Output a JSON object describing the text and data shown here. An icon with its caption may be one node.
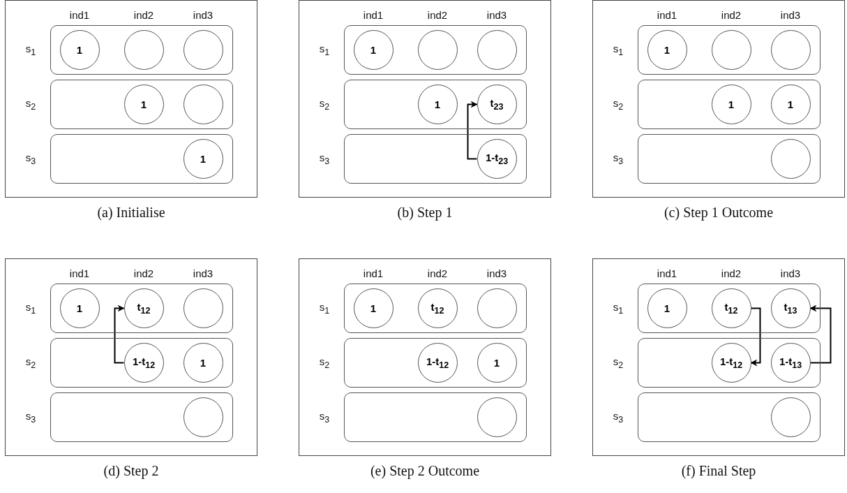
{
  "diagram": {
    "nodes": [
      {
        "text": [
          "ind1",
          "ind2",
          "ind3",
          "s$_{1}$",
          "s$_{2}$",
          "s$_{3}$"
        ],
        "beside": [
          "(a) Initialise"
        ]
      },
      {
        "text": [],
        "shape": "box",
        "in": 0
      },
      {
        "text": [
          "1"
        ],
        "in": 1
      },
      {
        "text": [],
        "shape": "circle",
        "in": 1
      },
      {
        "text": [],
        "shape": "circle",
        "in": 1
      },
      {
        "text": [],
        "shape": "box",
        "in": 0
      },
      {
        "text": [
          "1"
        ],
        "in": 5
      },
      {
        "text": [],
        "shape": "circle",
        "in": 5
      },
      {
        "text": [],
        "shape": "box",
        "in": 0
      },
      {
        "text": [
          "1"
        ],
        "in": 8
      },
      {
        "text": [
          "ind1",
          "ind2",
          "ind3",
          "s$_{1}$",
          "s$_{2}$",
          "s$_{3}$"
        ],
        "beside": [
          "(b) Step 1"
        ]
      },
      {
        "text": [],
        "shape": "box",
        "in": 10
      },
      {
        "text": [
          "1"
        ],
        "in": 11
      },
      {
        "text": [],
        "shape": "circle",
        "in": 11
      },
      {
        "text": [],
        "shape": "circle",
        "in": 11
      },
      {
        "text": [],
        "shape": "box",
        "in": 10
      },
      {
        "text": [
          "1"
        ],
        "in": 15
      },
      {
        "text": [
          "t$_{23}$"
        ],
        "in": 15
      },
      {
        "text": [],
        "shape": "box",
        "in": 10
      },
      {
        "text": [
          "1-t$_{23}$"
        ],
        "in": 18
      },
      {
        "text": [
          "ind1",
          "ind2",
          "ind3",
          "s$_{1}$",
          "s$_{2}$",
          "s$_{3}$"
        ],
        "beside": [
          "(c) Step 1 Outcome"
        ]
      },
      {
        "text": [],
        "shape": "box",
        "in": 20
      },
      {
        "text": [
          "1"
        ],
        "in": 21
      },
      {
        "text": [],
        "shape": "circle",
        "in": 21
      },
      {
        "text": [],
        "shape": "circle",
        "in": 21
      },
      {
        "text": [],
        "shape": "box",
        "in": 20
      },
      {
        "text": [
          "1"
        ],
        "in": 25
      },
      {
        "text": [
          "1"
        ],
        "in": 25
      },
      {
        "text": [],
        "shape": "box",
        "in": 20
      },
      {
        "text": [],
        "shape": "circle",
        "in": 28
      },
      {
        "text": [
          "ind1",
          "ind2",
          "ind3",
          "s$_{1}$",
          "s$_{2}$",
          "s$_{3}$"
        ],
        "beside": [
          "(d) Step 2"
        ]
      },
      {
        "text": [],
        "shape": "box",
        "in": 30
      },
      {
        "text": [
          "1"
        ],
        "in": 31
      },
      {
        "text": [
          "t$_{12}$"
        ],
        "in": 31
      },
      {
        "text": [],
        "shape": "circle",
        "in": 31
      },
      {
        "text": [],
        "shape": "box",
        "in": 30
      },
      {
        "text": [
          "1-t$_{12}$"
        ],
        "in": 35
      },
      {
        "text": [
          "1"
        ],
        "in": 35
      },
      {
        "text": [],
        "shape": "box",
        "in": 30
      },
      {
        "text": [],
        "shape": "circle",
        "in": 38
      },
      {
        "text": [
          "ind1",
          "ind2",
          "ind3",
          "s$_{1}$",
          "s$_{2}$",
          "s$_{3}$"
        ],
        "beside": [
          "(e) Step 2 Outcome"
        ]
      },
      {
        "text": [],
        "shape": "box",
        "in": 40
      },
      {
        "text": [
          "1"
        ],
        "in": 41
      },
      {
        "text": [
          "t$_{12}$"
        ],
        "in": 41
      },
      {
        "text": [],
        "shape": "circle",
        "in": 41
      },
      {
        "text": [],
        "shape": "box",
        "in": 40
      },
      {
        "text": [
          "1-t$_{12}$"
        ],
        "in": 45
      },
      {
        "text": [
          "1"
        ],
        "in": 45
      },
      {
        "text": [],
        "shape": "box",
        "in": 40
      },
      {
        "text": [],
        "shape": "circle",
        "in": 48
      },
      {
        "text": [
          "ind1",
          "ind2",
          "ind3",
          "s$_{1}$",
          "s$_{2}$",
          "s$_{3}$"
        ],
        "beside": [
          "(f) Final Step"
        ]
      },
      {
        "text": [],
        "shape": "box",
        "in": 50
      },
      {
        "text": [
          "1"
        ],
        "in": 51
      },
      {
        "text": [
          "t$_{12}$"
        ],
        "in": 51
      },
      {
        "text": [
          "t$_{13}$"
        ],
        "in": 51
      },
      {
        "text": [],
        "shape": "box",
        "in": 50
      },
      {
        "text": [
          "1-t$_{12}$"
        ],
        "in": 55
      },
      {
        "text": [
          "1-t$_{13}$"
        ],
        "in": 55
      },
      {
        "text": [],
        "shape": "box",
        "in": 50
      },
      {
        "text": [],
        "shape": "circle",
        "in": 58
      }
    ],
    "edges": [
      {
        "from": 19,
        "to": 17,
        "arrow": "to"
      },
      {
        "from": 36,
        "to": 33,
        "arrow": "to"
      },
      {
        "from": 53,
        "to": 56,
        "arrow": "to"
      },
      {
        "from": 57,
        "to": 54,
        "arrow": "to"
      }
    ]
  }
}
